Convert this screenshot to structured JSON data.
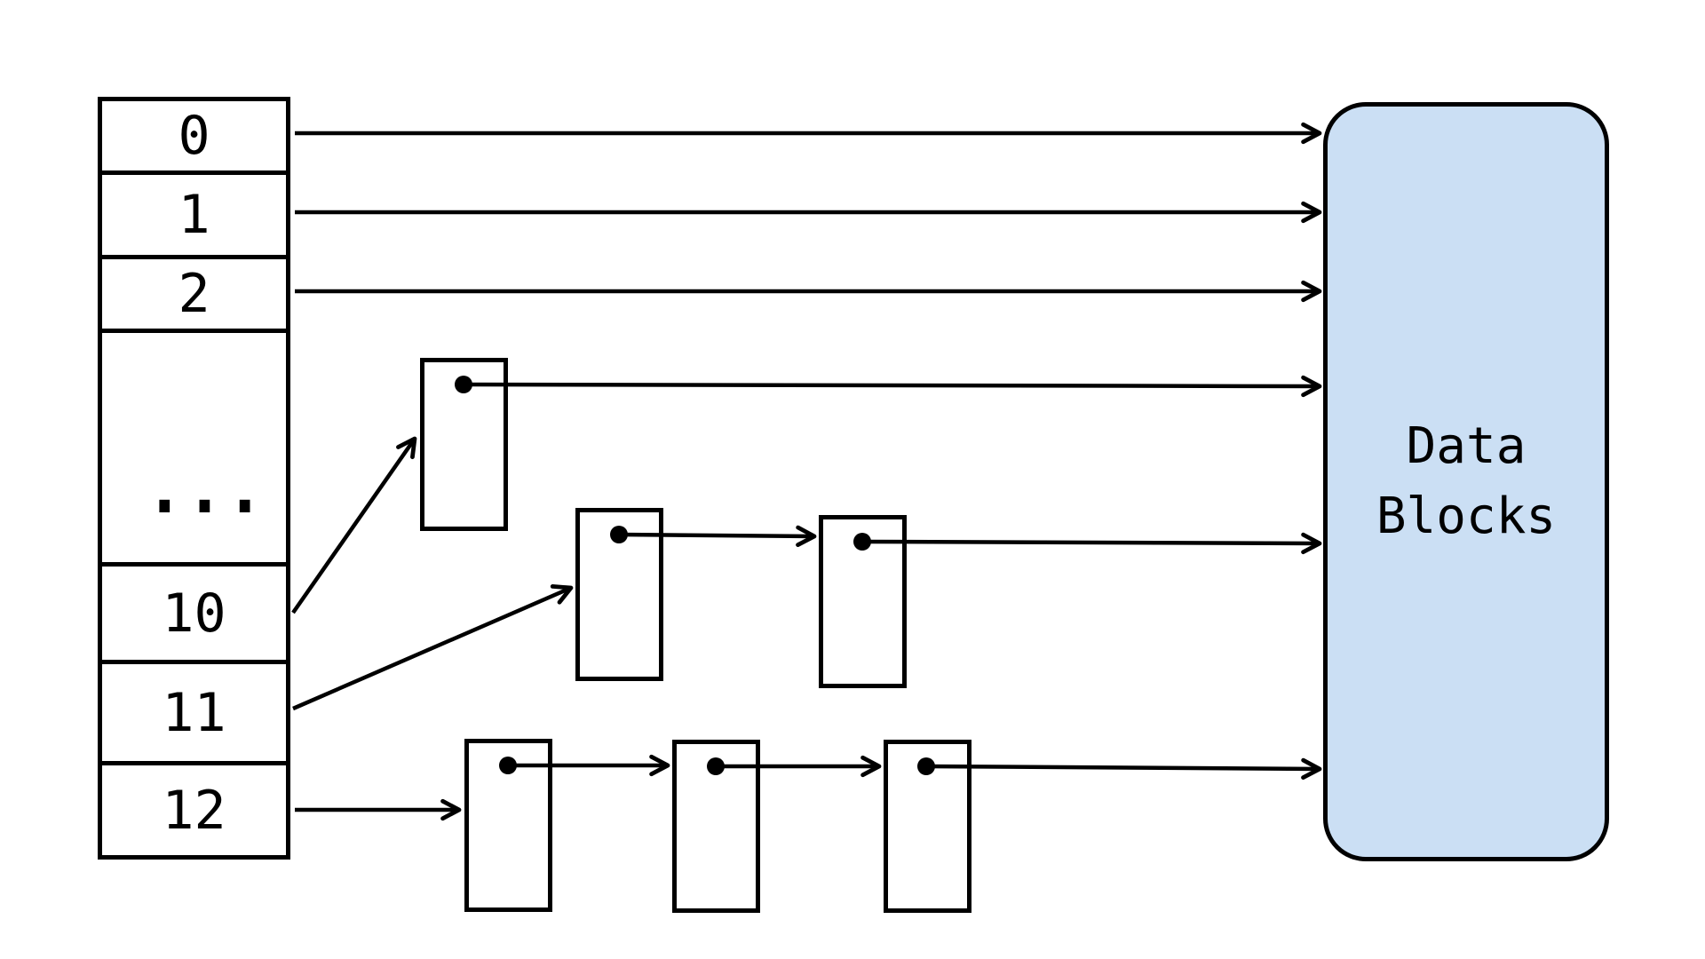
{
  "inode_table": {
    "entries": [
      "0",
      "1",
      "2",
      "...",
      "10",
      "11",
      "12"
    ]
  },
  "data_blocks": {
    "line1": "Data",
    "line2": "Blocks"
  },
  "colors": {
    "background": "#ffffff",
    "line": "#000000",
    "data_blocks_fill": "#cbdff4"
  }
}
